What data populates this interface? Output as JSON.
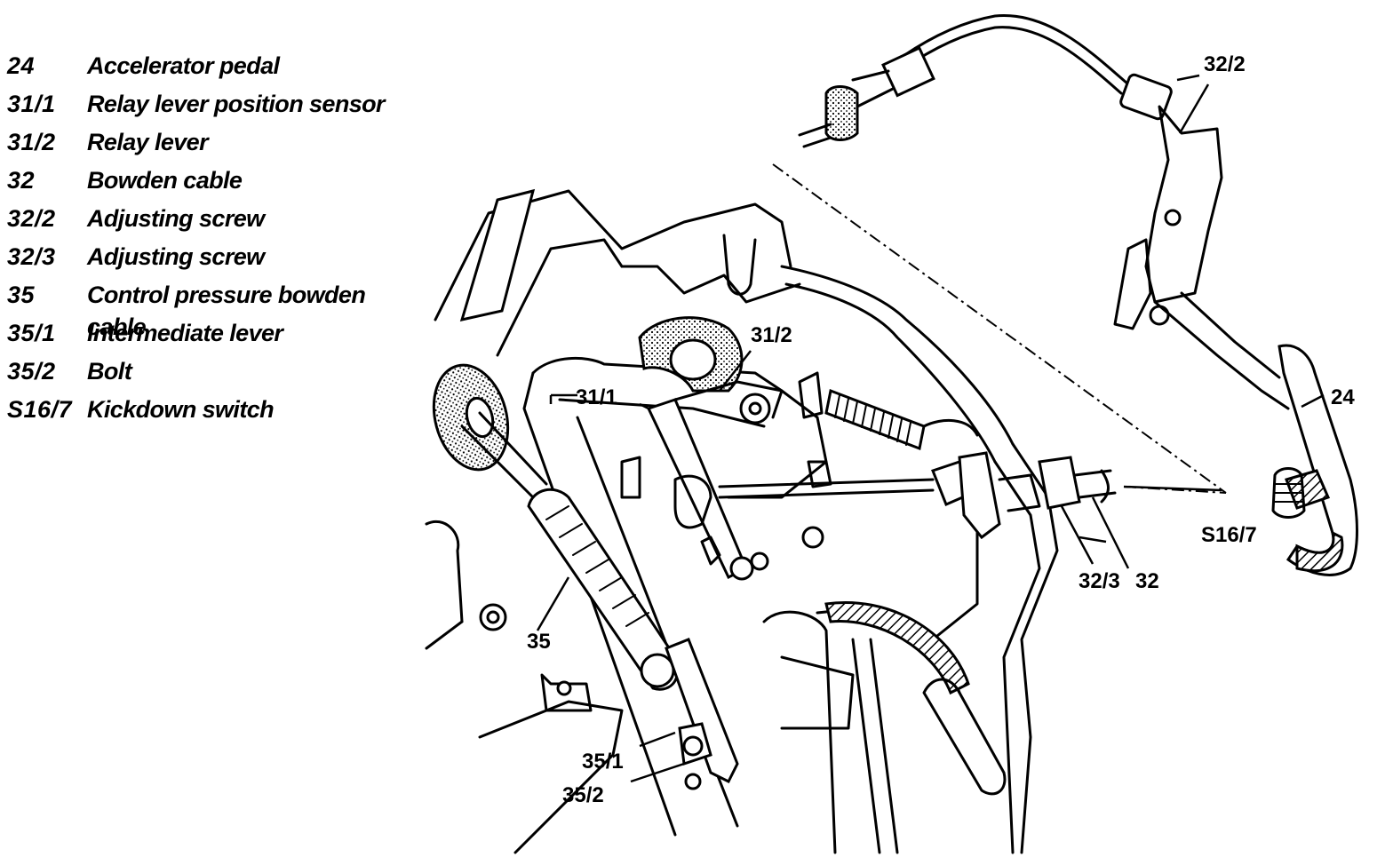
{
  "legend": [
    {
      "code": "24",
      "description": "Accelerator pedal"
    },
    {
      "code": "31/1",
      "description": "Relay lever position sensor"
    },
    {
      "code": "31/2",
      "description": "Relay lever"
    },
    {
      "code": "32",
      "description": "Bowden cable"
    },
    {
      "code": "32/2",
      "description": "Adjusting screw"
    },
    {
      "code": "32/3",
      "description": "Adjusting screw"
    },
    {
      "code": "35",
      "description": "Control pressure bowden cable"
    },
    {
      "code": "35/1",
      "description": "Intermediate lever"
    },
    {
      "code": "35/2",
      "description": "Bolt"
    },
    {
      "code": "S16/7",
      "description": "Kickdown switch"
    }
  ],
  "callouts": {
    "c24": "24",
    "c31_1": "31/1",
    "c31_2": "31/2",
    "c32": "32",
    "c32_2": "32/2",
    "c32_3": "32/3",
    "c35": "35",
    "c35_1": "35/1",
    "c35_2": "35/2",
    "cS16_7": "S16/7"
  },
  "colors": {
    "ink": "#000000",
    "paper": "#ffffff"
  }
}
